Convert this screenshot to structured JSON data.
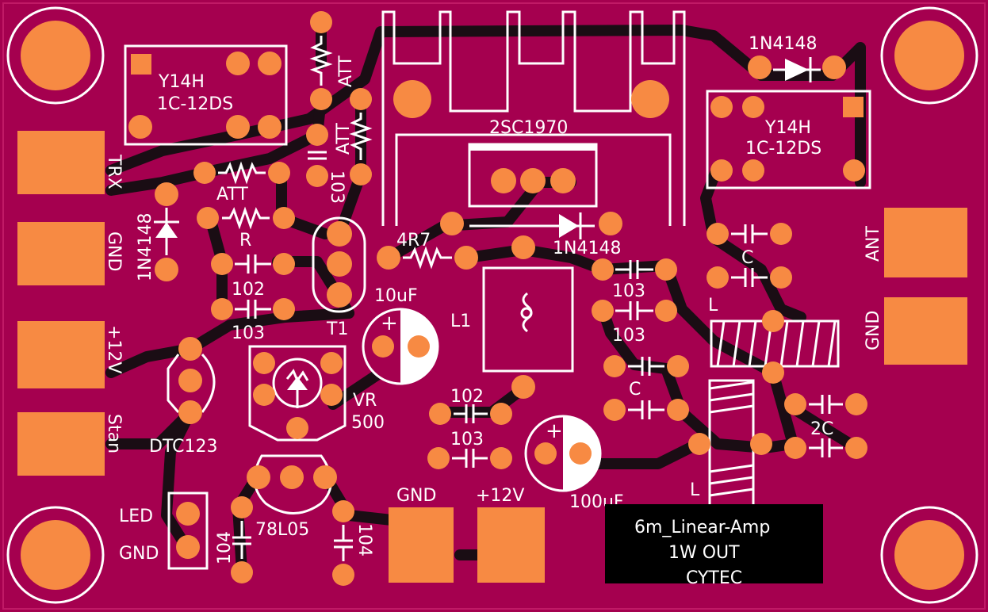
{
  "board": {
    "colors": {
      "substrate": "#a5004f",
      "pad": "#f78a43",
      "trace": "#1a0d14",
      "silk": "#ffffff",
      "title_box": "#000000"
    }
  },
  "labels": {
    "relay_left_model": "Y14H",
    "relay_left_type": "1C-12DS",
    "relay_right_model": "Y14H",
    "relay_right_type": "1C-12DS",
    "att1": "ATT",
    "att2": "ATT",
    "att3": "ATT",
    "r": "R",
    "cap_103_vertical": "103",
    "cap_102_left": "102",
    "cap_103_left": "103",
    "diode_left": "1N4148",
    "diode_top_right": "1N4148",
    "diode_mid": "1N4148",
    "transistor": "2SC1970",
    "r_4r7": "4R7",
    "cap_10uf": "10uF",
    "t1": "T1",
    "l1": "L1",
    "cap_103_a": "103",
    "cap_103_b": "103",
    "c_upper": "C",
    "c_mid": "C",
    "l_upper": "L",
    "l_lower": "L",
    "cap_2c": "2C",
    "vr": "VR",
    "vr_value": "500",
    "dtc": "DTC123",
    "reg": "78L05",
    "cap_104_left": "104",
    "cap_104_right": "104",
    "cap_102_mid": "102",
    "cap_103_mid": "103",
    "cap_100uf": "100uF",
    "led": "LED",
    "gnd_small": "GND"
  },
  "connectors": {
    "trx": "TRX",
    "gnd_left": "GND",
    "plus12_left": "+12V",
    "stan": "Stan",
    "ant": "ANT",
    "gnd_right": "GND",
    "gnd_bottom": "GND",
    "plus12_bottom": "+12V"
  },
  "title_block": {
    "line1": "6m_Linear-Amp",
    "line2": "1W OUT",
    "line3": "CYTEC"
  }
}
